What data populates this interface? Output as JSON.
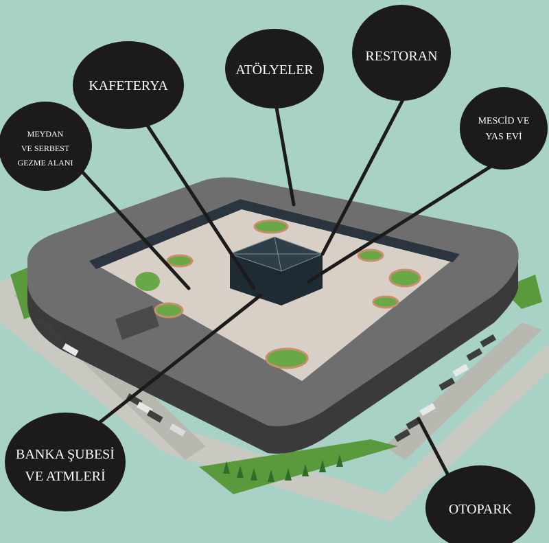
{
  "colors": {
    "background": "#a9d2c7",
    "bubble": "#1c1a1a",
    "bubble_text": "#ffffff",
    "roof": "#6b6b6b",
    "plaza": "#d7cfc6",
    "grass": "#5a9a3c",
    "parking": "#bfbfb7"
  },
  "labels": {
    "kafeterya": "KAFETERYA",
    "atolyeler": "ATÖLYELER",
    "restoran": "RESTORAN",
    "meydan_1": "MEYDAN",
    "meydan_2": "VE SERBEST",
    "meydan_3": "GEZME ALANI",
    "mescid_1": "MESCİD VE",
    "mescid_2": "YAS EVİ",
    "banka_1": "BANKA ŞUBESİ",
    "banka_2": "VE ATMLERİ",
    "otopark": "OTOPARK"
  }
}
